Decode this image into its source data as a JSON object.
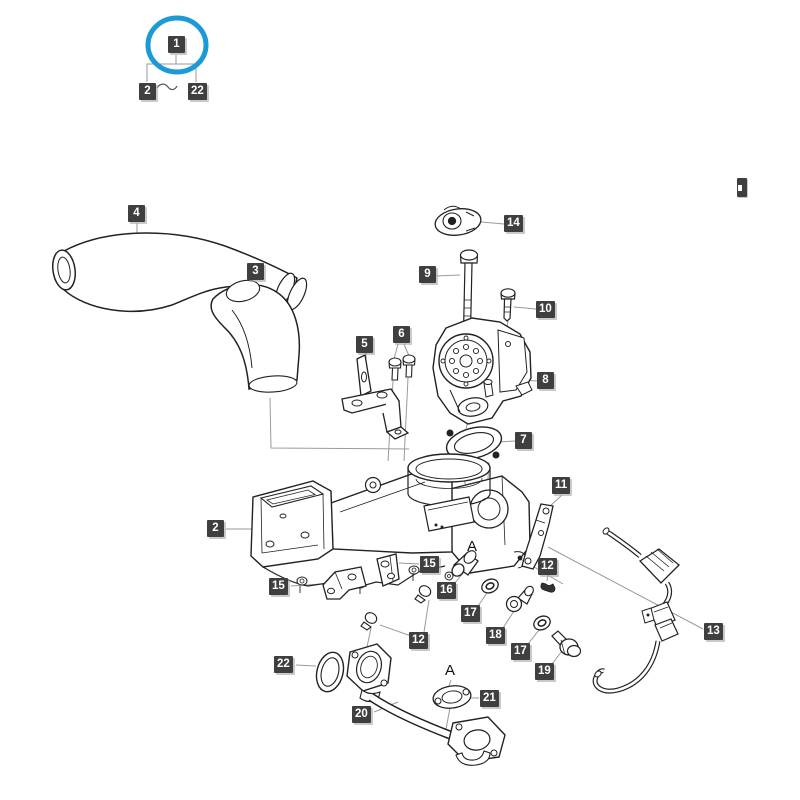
{
  "diagram": {
    "title": "exploded-parts-diagram",
    "accent_color": "#1c9ad6",
    "badge_bg_color": "#3f3f3f",
    "badge_text_color": "#ffffff",
    "line_color": "#222222",
    "leader_color": "#9a9a9a",
    "highlighted_part": "1",
    "badges": [
      {
        "label": "1"
      },
      {
        "label": "2"
      },
      {
        "label": "22"
      },
      {
        "label": "4"
      },
      {
        "label": "3"
      },
      {
        "label": "14"
      },
      {
        "label": "9"
      },
      {
        "label": "10"
      },
      {
        "label": "5"
      },
      {
        "label": "6"
      },
      {
        "label": "8"
      },
      {
        "label": "7"
      },
      {
        "label": "11"
      },
      {
        "label": "2"
      },
      {
        "label": "15"
      },
      {
        "label": "15"
      },
      {
        "label": "16"
      },
      {
        "label": "12"
      },
      {
        "label": "17"
      },
      {
        "label": "18"
      },
      {
        "label": "17"
      },
      {
        "label": "19"
      },
      {
        "label": "12"
      },
      {
        "label": "13"
      },
      {
        "label": "22"
      },
      {
        "label": "21"
      },
      {
        "label": "20"
      },
      {
        "label": ""
      }
    ],
    "text_labels": [
      {
        "label": "A"
      },
      {
        "label": "A"
      }
    ]
  }
}
